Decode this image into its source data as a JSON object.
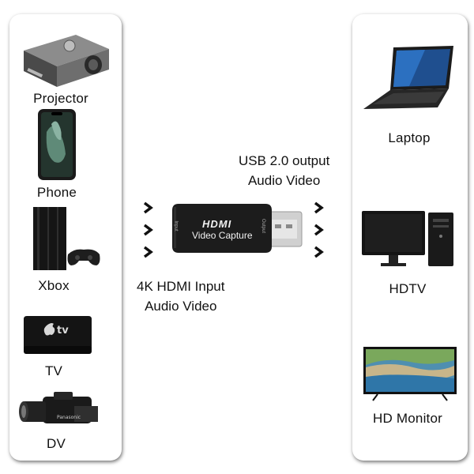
{
  "left_devices": [
    {
      "label": "Projector",
      "icon": "projector-icon"
    },
    {
      "label": "Phone",
      "icon": "phone-icon"
    },
    {
      "label": "Xbox",
      "icon": "game-console-icon"
    },
    {
      "label": "TV",
      "icon": "tv-box-icon"
    },
    {
      "label": "DV",
      "icon": "camcorder-icon"
    }
  ],
  "right_devices": [
    {
      "label": "Laptop",
      "icon": "laptop-icon"
    },
    {
      "label": "HDTV",
      "icon": "desktop-monitor-icon"
    },
    {
      "label": "HD Monitor",
      "icon": "monitor-icon"
    }
  ],
  "output_text": {
    "line1": "USB 2.0 output",
    "line2": "Audio Video"
  },
  "input_text": {
    "line1": "4K HDMI Input",
    "line2": "Audio Video"
  },
  "capture_device": {
    "brand": "HDMI",
    "name": "Video Capture",
    "side_left": "Input",
    "side_right": "Output"
  },
  "colors": {
    "device_body": "#1c1c1c",
    "usb_plug": "#c9c9c9",
    "label": "#111111"
  }
}
